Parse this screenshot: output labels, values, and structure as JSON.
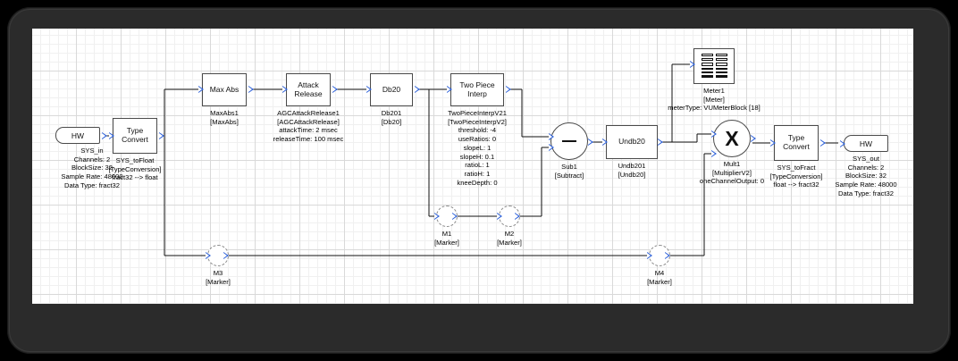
{
  "canvas": {
    "grid": true,
    "background": "#ffffff",
    "bezel_color": "#2b2b2b"
  },
  "blocks": {
    "sys_in": {
      "label": "HW",
      "caption": "SYS_in\nChannels: 2\nBlockSize: 32\nSample Rate: 48000\nData Type: fract32"
    },
    "to_float": {
      "label": "Type\nConvert",
      "caption": "SYS_toFloat\n[TypeConversion]\nfract32 --> float"
    },
    "max_abs": {
      "label": "Max Abs",
      "caption": "MaxAbs1\n[MaxAbs]"
    },
    "attack_release": {
      "label": "Attack\nRelease",
      "caption": "AGCAttackRelease1\n[AGCAttackRelease]\nattackTime: 2 msec\nreleaseTime: 100 msec"
    },
    "db20": {
      "label": "Db20",
      "caption": "Db201\n[Db20]"
    },
    "two_piece_interp": {
      "label": "Two Piece\nInterp",
      "caption": "TwoPieceInterpV21\n[TwoPieceInterpV2]\nthreshold: -4\nuseRatios: 0\nslopeL: 1\nslopeH: 0.1\nratioL: 1\nratioH: 1\nkneeDepth: 0"
    },
    "sub1": {
      "label": "—",
      "caption": "Sub1\n[Subtract]"
    },
    "undb20": {
      "label": "Undb20",
      "caption": "Undb201\n[Undb20]"
    },
    "meter": {
      "label": "",
      "caption": "Meter1\n[Meter]\nmeterType: VUMeterBlock [18]"
    },
    "mult1": {
      "label": "X",
      "caption": "Mult1\n[MultiplierV2]\noneChannelOutput: 0"
    },
    "to_fract": {
      "label": "Type\nConvert",
      "caption": "SYS_toFract\n[TypeConversion]\nfloat --> fract32"
    },
    "sys_out": {
      "label": "HW",
      "caption": "SYS_out\nChannels: 2\nBlockSize: 32\nSample Rate: 48000\nData Type: fract32"
    },
    "m1": {
      "caption": "M1\n[Marker]"
    },
    "m2": {
      "caption": "M2\n[Marker]"
    },
    "m3": {
      "caption": "M3\n[Marker]"
    },
    "m4": {
      "caption": "M4\n[Marker]"
    }
  }
}
